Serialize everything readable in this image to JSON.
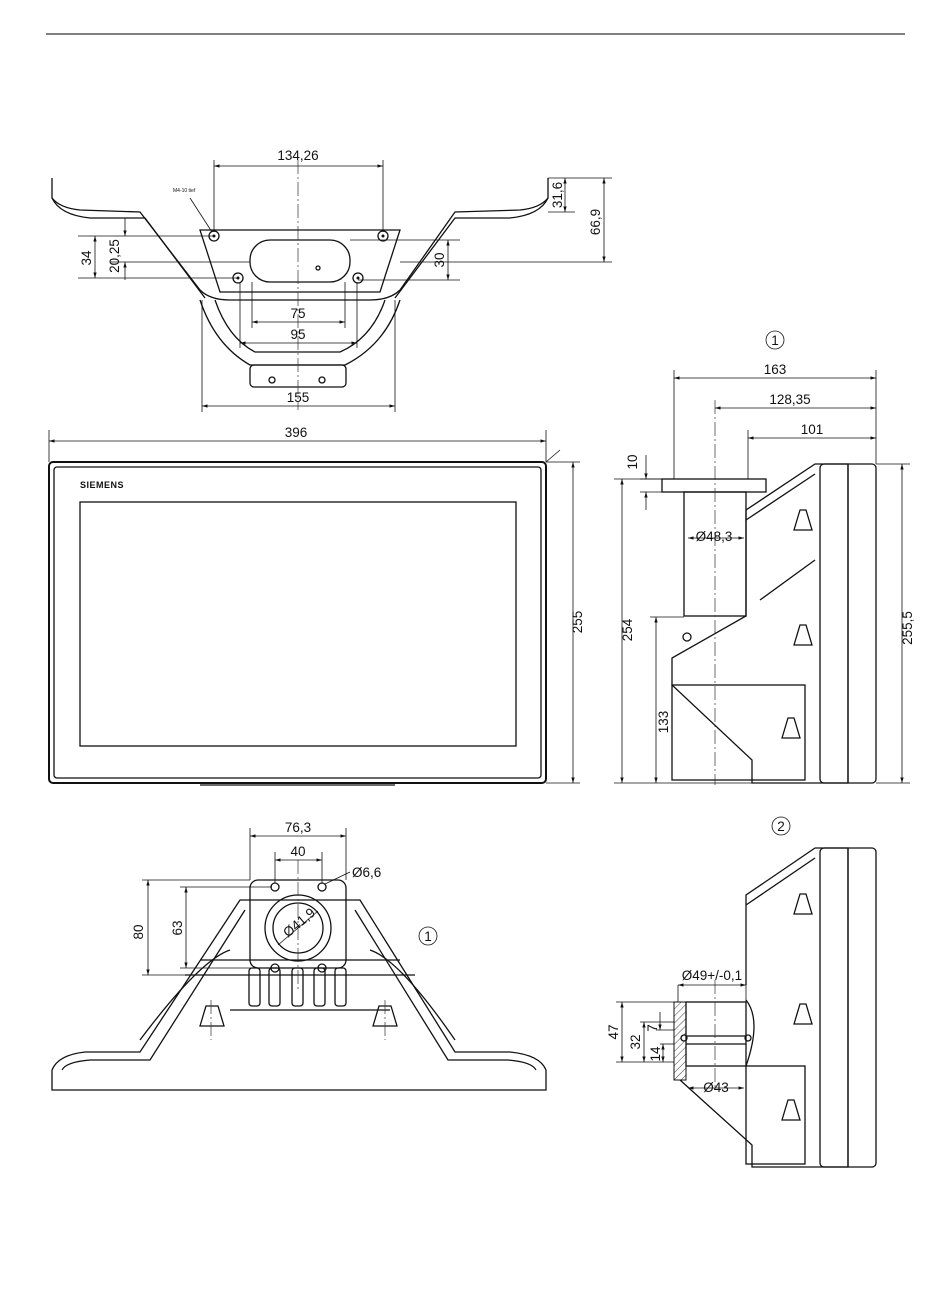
{
  "title_rule": true,
  "views": {
    "top_bracket": {
      "dims": [
        "134,26",
        "31,6",
        "66,9",
        "34",
        "20,25",
        "30",
        "75",
        "95",
        "155"
      ],
      "note": "M4-10 tief"
    },
    "front_panel": {
      "dims": [
        "396",
        "255"
      ],
      "logo": "SIEMENS"
    },
    "side_view_1": {
      "callout": "1",
      "dims": [
        "163",
        "128,35",
        "101",
        "10",
        "Ø48,3",
        "254",
        "133",
        "255,5"
      ]
    },
    "bottom_view": {
      "callout": "1",
      "dims": [
        "76,3",
        "40",
        "Ø6,6",
        "80",
        "63",
        "Ø41,9"
      ]
    },
    "side_view_2": {
      "callout": "2",
      "dims": [
        "Ø49+/-0,1",
        "47",
        "32",
        "7",
        "14",
        "Ø43"
      ]
    }
  }
}
